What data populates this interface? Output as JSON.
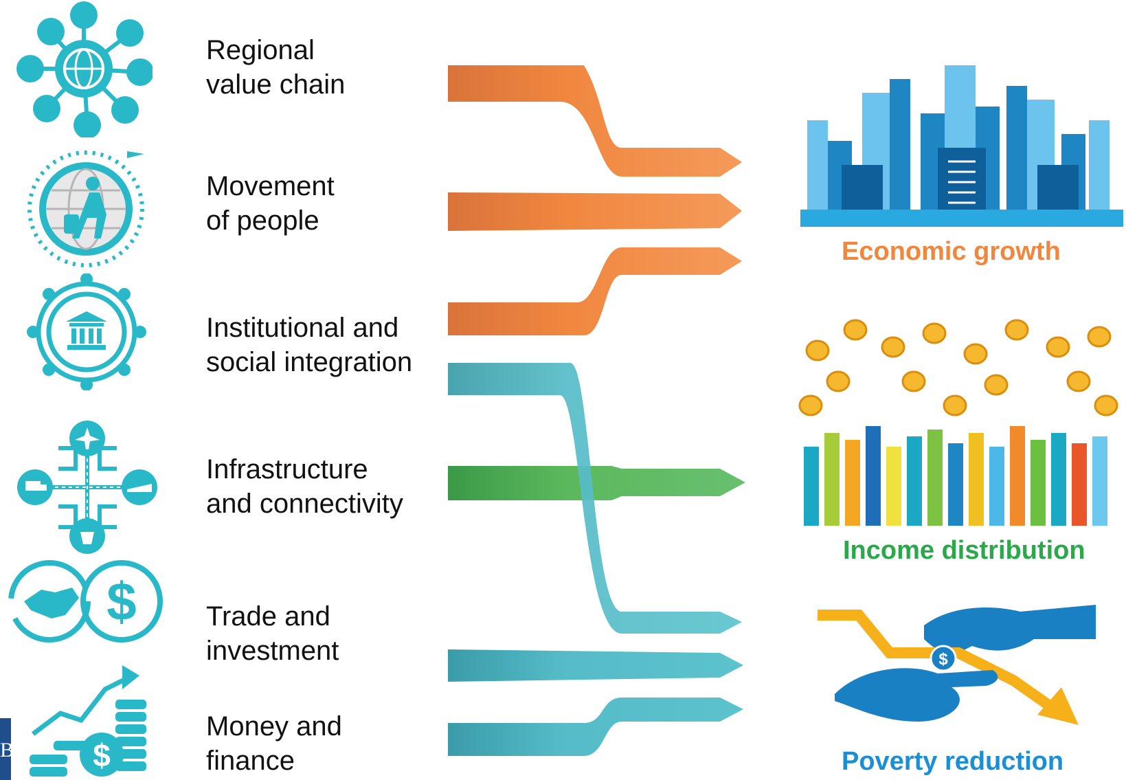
{
  "dimensions": [
    {
      "label": "Regional\nvalue chain",
      "icon": "value-chain-globe-icon"
    },
    {
      "label": "Movement\nof people",
      "icon": "traveler-globe-icon"
    },
    {
      "label": "Institutional and\nsocial integration",
      "icon": "institution-people-ring-icon"
    },
    {
      "label": "Infrastructure\nand connectivity",
      "icon": "transport-network-icon"
    },
    {
      "label": "Trade and\ninvestment",
      "icon": "handshake-dollar-icon"
    },
    {
      "label": "Money and\nfinance",
      "icon": "coins-growth-icon"
    }
  ],
  "outcomes": [
    {
      "label": "Economic growth",
      "color": "#f0873f",
      "icon": "city-skyline-icon"
    },
    {
      "label": "Income distribution",
      "color": "#2aa84a",
      "icon": "raised-hands-coins-icon"
    },
    {
      "label": "Poverty reduction",
      "color": "#1a8fd6",
      "icon": "hands-giving-dollar-icon"
    }
  ],
  "colors": {
    "teal": "#29b8c8",
    "orange": "#f0873f",
    "green": "#5cb85c",
    "teal_arrow": "#4fb8c4"
  },
  "corner_logo": "B"
}
